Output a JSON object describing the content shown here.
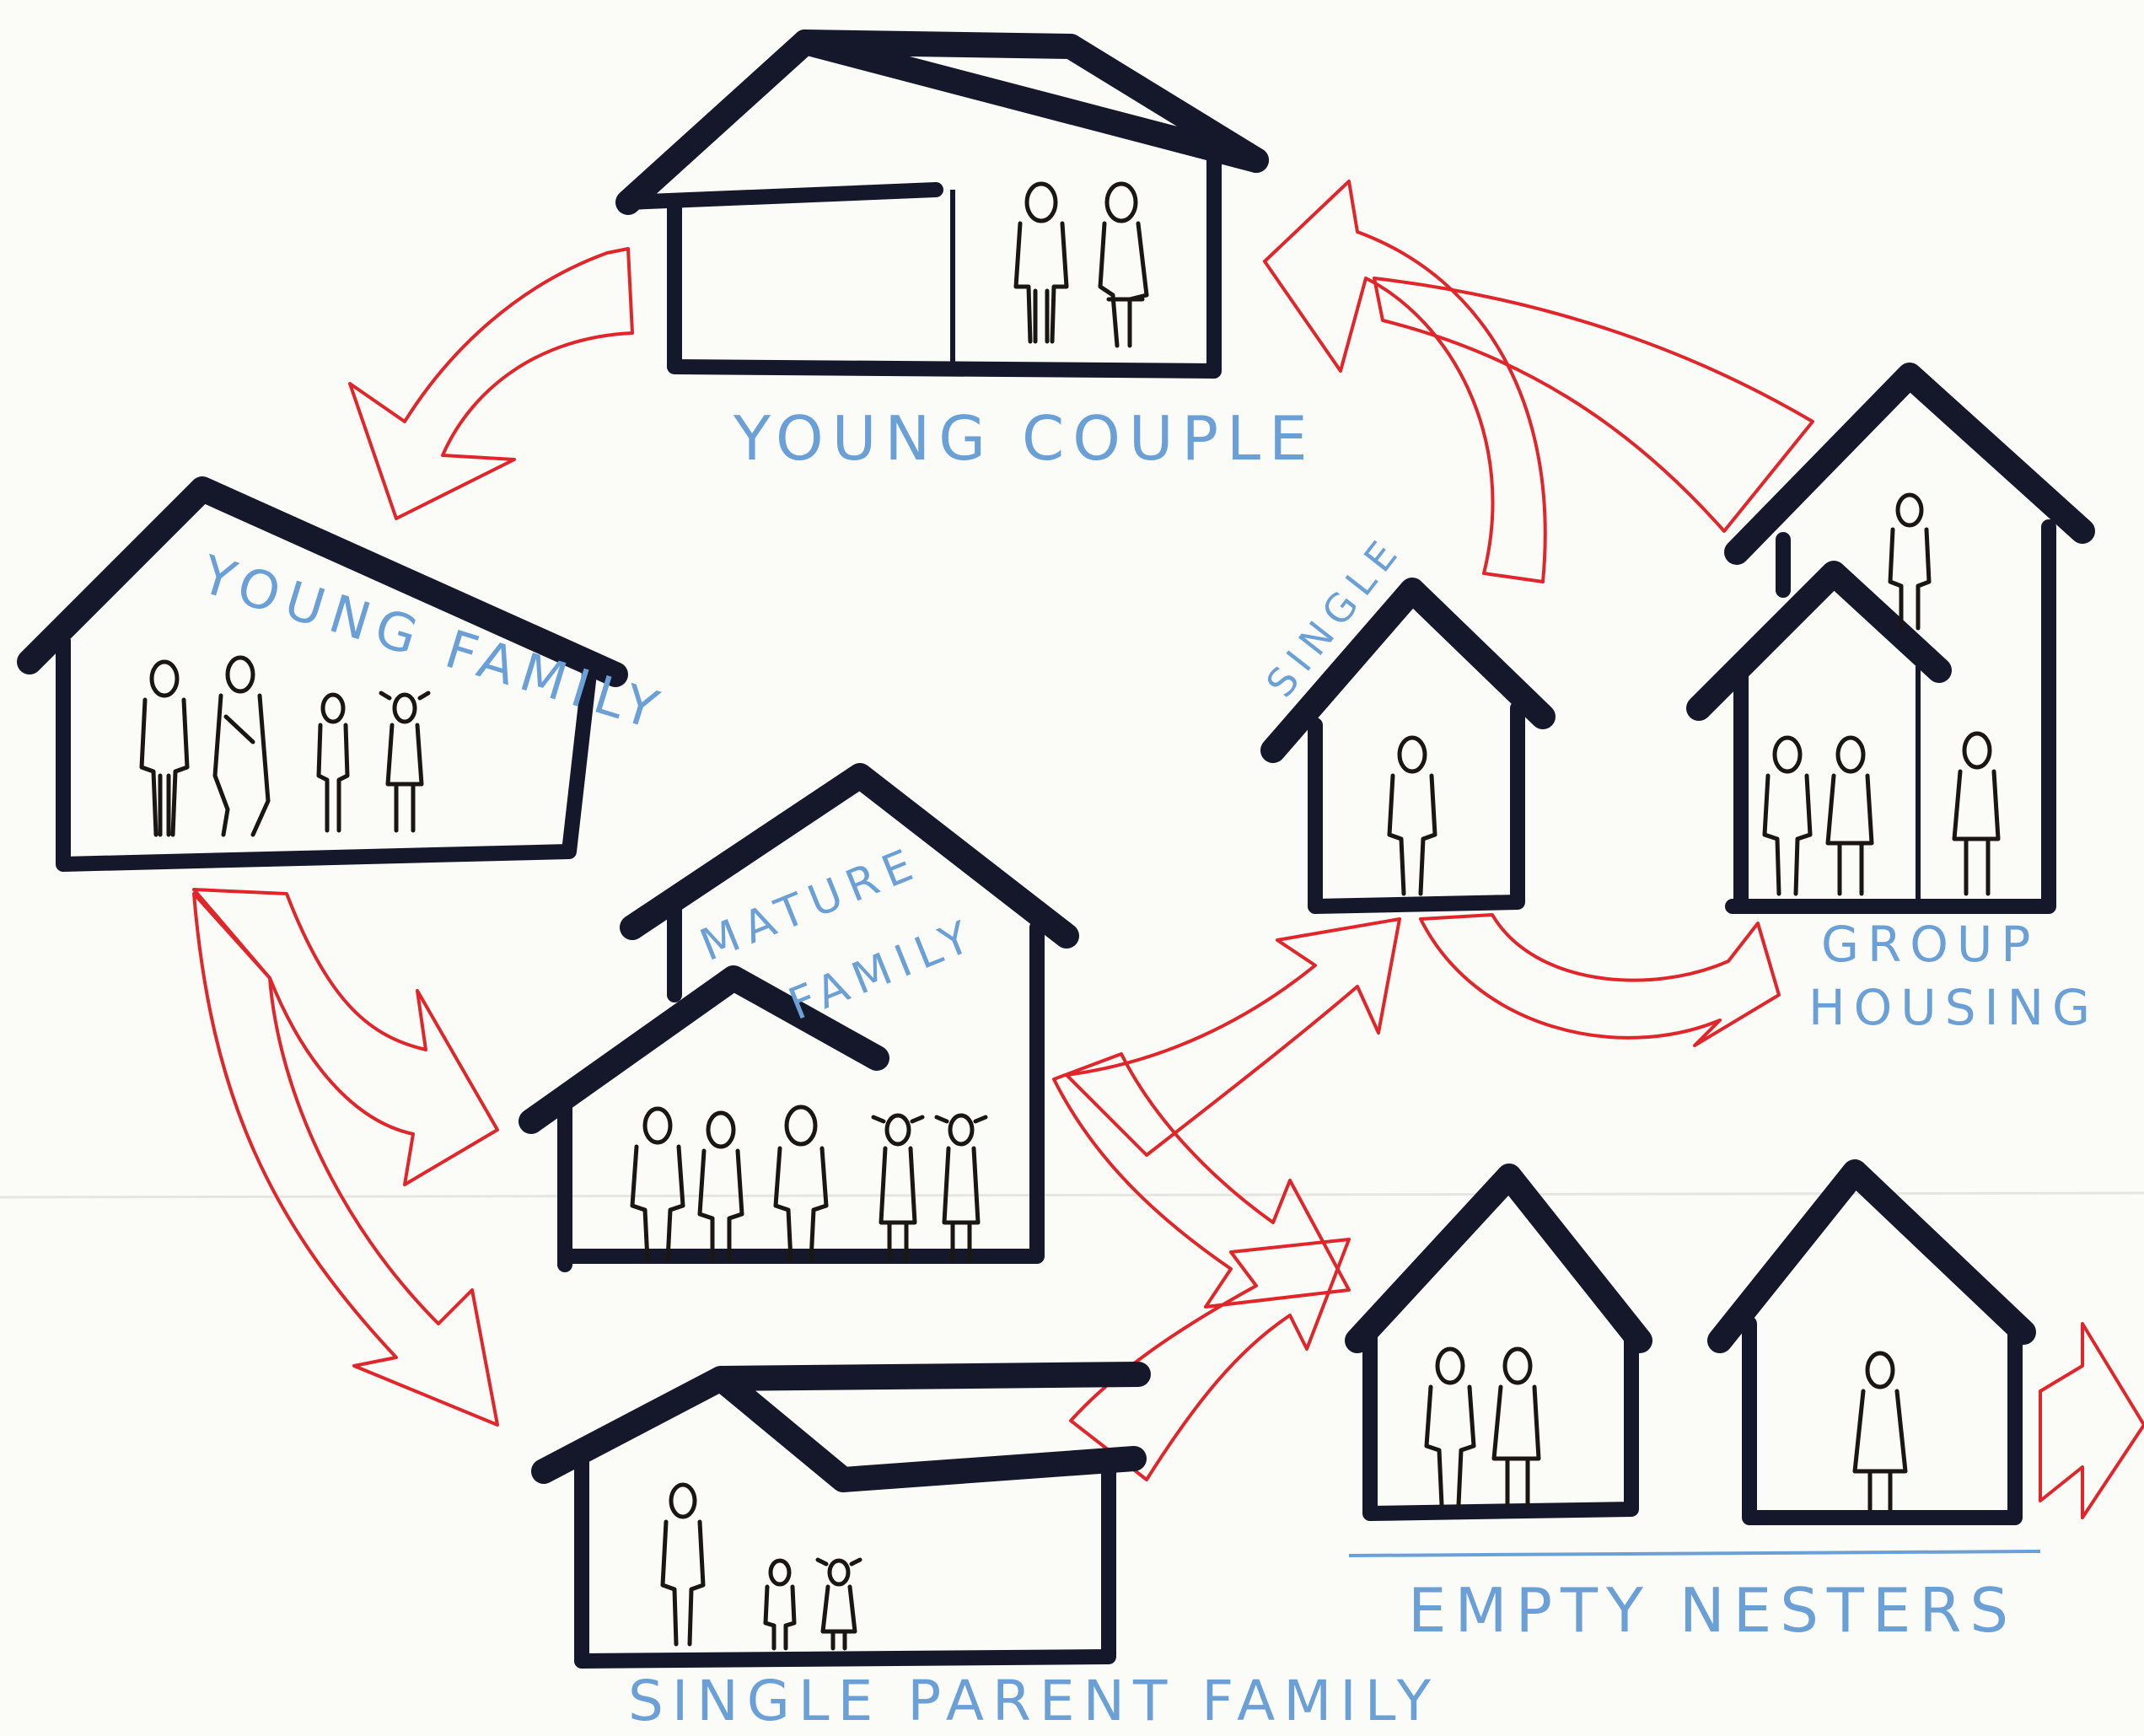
{
  "labels": {
    "young_couple": "YOUNG COUPLE",
    "young_family": "YOUNG FAMILY",
    "mature_family_1": "MATURE",
    "mature_family_2": "FAMILY",
    "single": "SINGLE",
    "group_housing_1": "GROUP",
    "group_housing_2": "HOUSING",
    "empty_nesters": "EMPTY NESTERS",
    "single_parent_family": "SINGLE PARENT FAMILY"
  },
  "colors": {
    "ink": "#15182a",
    "arrow": "#e0262a",
    "label": "#6aa0d6",
    "paper": "#fbfbf8"
  },
  "houses": {
    "young_couple": {
      "people": 2
    },
    "young_family": {
      "people": 4
    },
    "mature_family": {
      "people": 5
    },
    "single": {
      "people": 1
    },
    "group_housing": {
      "people": 4
    },
    "empty_nesters_couple": {
      "people": 2
    },
    "empty_nesters_single": {
      "people": 1
    },
    "single_parent_family": {
      "people": 3
    }
  }
}
